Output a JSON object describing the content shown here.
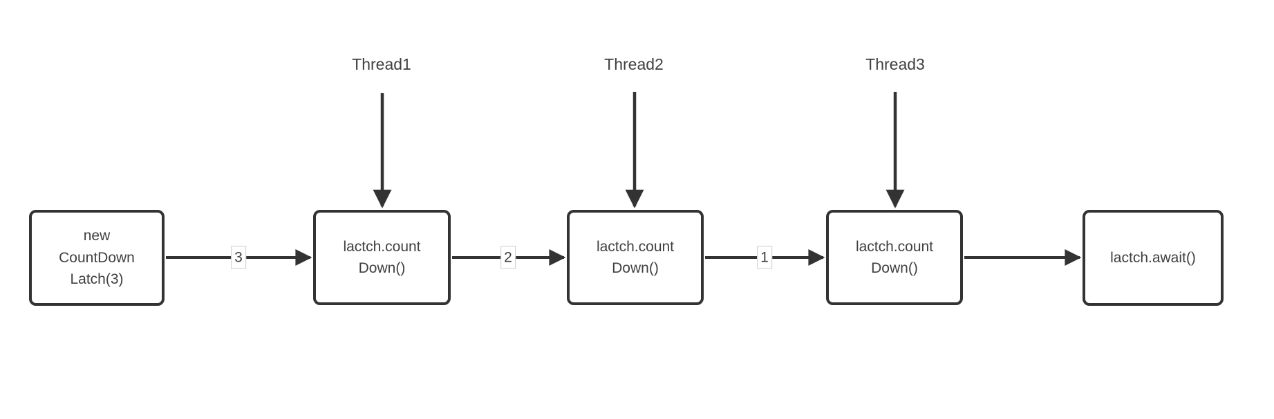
{
  "diagram": {
    "type": "flow-diagram",
    "topic": "CountDownLatch",
    "nodes": [
      {
        "id": "new-countdownlatch",
        "label": "new\nCountDown\nLatch(3)"
      },
      {
        "id": "countdown-1",
        "label": "lactch.count\nDown()"
      },
      {
        "id": "countdown-2",
        "label": "lactch.count\nDown()"
      },
      {
        "id": "countdown-3",
        "label": "lactch.count\nDown()"
      },
      {
        "id": "await",
        "label": "lactch.await()"
      }
    ],
    "thread_labels": [
      {
        "label": "Thread1"
      },
      {
        "label": "Thread2"
      },
      {
        "label": "Thread3"
      }
    ],
    "edge_labels": [
      {
        "label": "3"
      },
      {
        "label": "2"
      },
      {
        "label": "1"
      }
    ],
    "colors": {
      "line": "#333333",
      "box_border": "#333333",
      "text": "#404040",
      "edge_label_border": "#cccccc",
      "background": "#ffffff"
    }
  }
}
